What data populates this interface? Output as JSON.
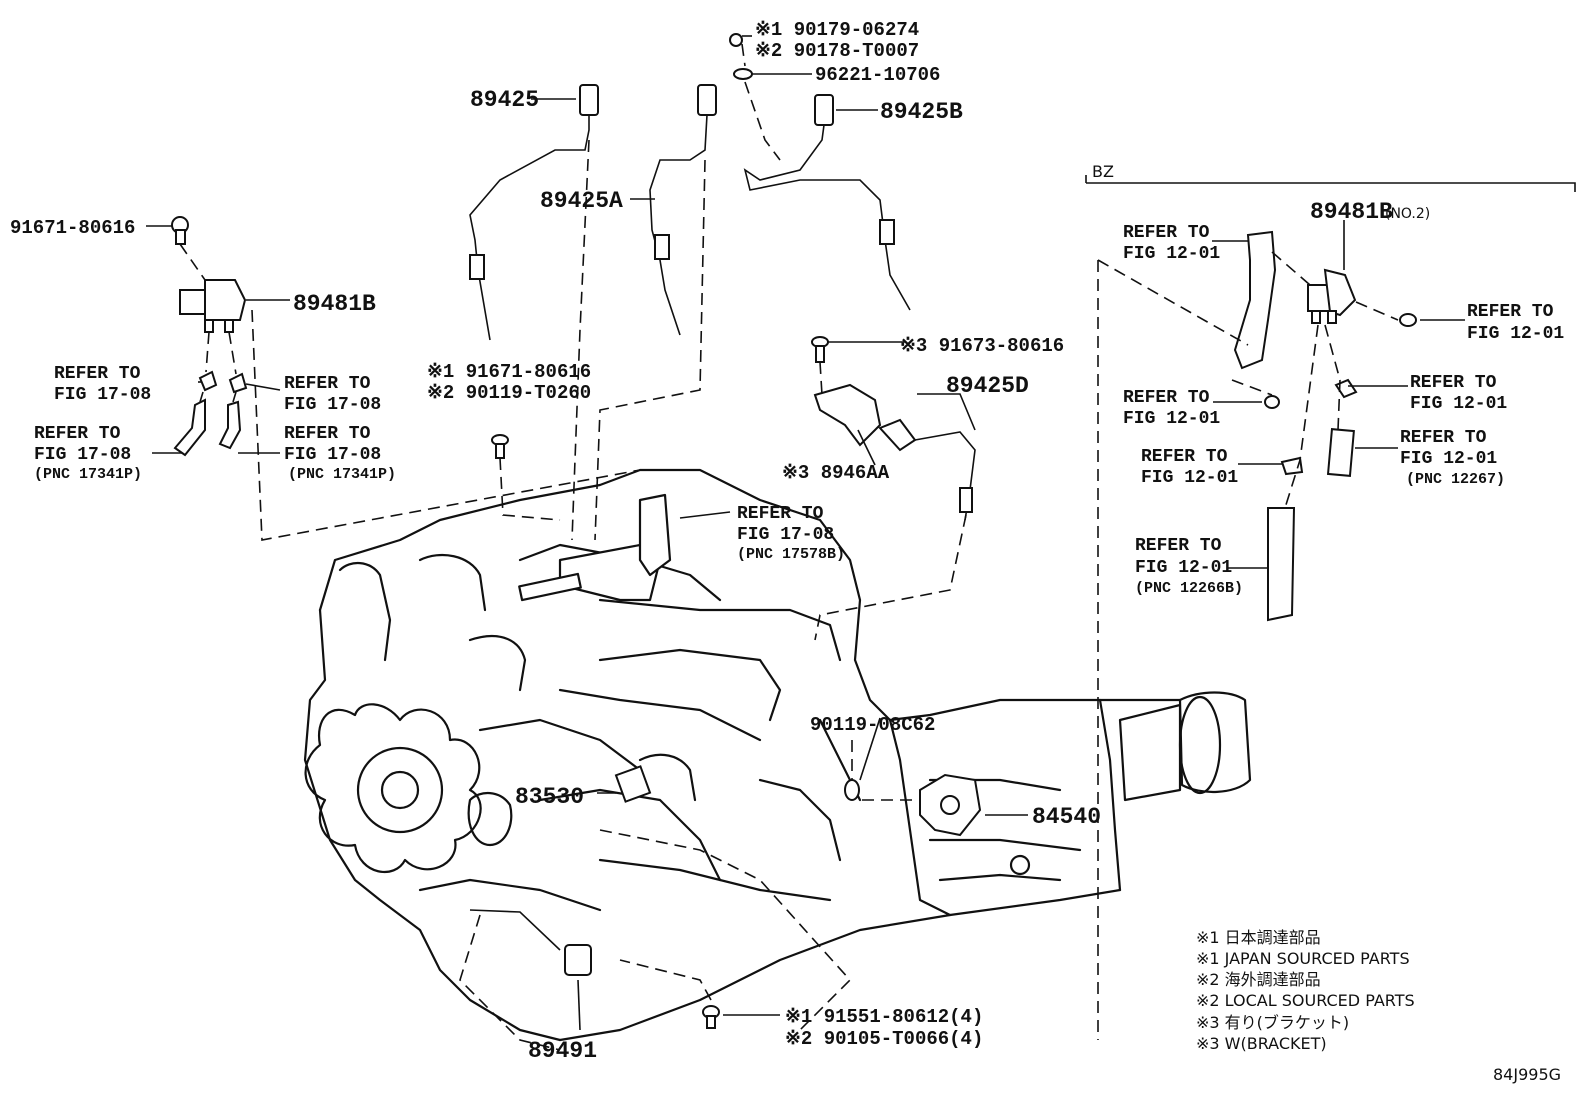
{
  "labels": {
    "p_90179": "※1 90179-06274",
    "p_90178": "※2 90178-T0007",
    "p_96221": "96221-10706",
    "p_89425": "89425",
    "p_89425A": "89425A",
    "p_89425B": "89425B",
    "p_91671_top": "91671-80616",
    "p_89481B": "89481B",
    "ref_a1": "REFER TO",
    "ref_a2": "FIG 17-08",
    "ref_b1": "REFER TO",
    "ref_b2": "FIG 17-08",
    "ref_c1": "REFER TO",
    "ref_c2": "FIG 17-08",
    "ref_c3": "(PNC 17341P)",
    "ref_d1": "REFER TO",
    "ref_d2": "FIG 17-08",
    "ref_d3": "(PNC 17341P)",
    "p_91671_mid": "※1 91671-80616",
    "p_90119": "※2 90119-T0260",
    "p_91673": "※3 91673-80616",
    "p_89425D": "89425D",
    "p_8946AA": "※3 8946AA",
    "ref_e1": "REFER TO",
    "ref_e2": "FIG 17-08",
    "ref_e3": "(PNC 17578B)",
    "p_90119_08": "90119-08C62",
    "p_83530": "83530",
    "p_84540": "84540",
    "p_89491": "89491",
    "p_91551": "※1 91551-80612(4)",
    "p_90105": "※2 90105-T0066(4)",
    "bz": "BZ",
    "p_89481B_no2": "89481B",
    "no2": "(NO.2)",
    "bz_r1a": "REFER TO",
    "bz_r1b": "FIG 12-01",
    "bz_r2a": "REFER TO",
    "bz_r2b": "FIG 12-01",
    "bz_r3a": "REFER TO",
    "bz_r3b": "FIG 12-01",
    "bz_r4a": "REFER TO",
    "bz_r4b": "FIG 12-01",
    "bz_r5a": "REFER TO",
    "bz_r5b": "FIG 12-01",
    "bz_r6a": "REFER TO",
    "bz_r6b": "FIG 12-01",
    "bz_r6c": "(PNC 12267)",
    "bz_r7a": "REFER TO",
    "bz_r7b": "FIG 12-01",
    "bz_r7c": "(PNC 12266B)",
    "note1": "※1 日本調達部品",
    "note2": "※1 JAPAN SOURCED PARTS",
    "note3": "※2 海外調達部品",
    "note4": "※2 LOCAL SOURCED PARTS",
    "note5": "※3 有り(ブラケット)",
    "note6": "※3 W(BRACKET)",
    "fig_code": "84J995G"
  }
}
